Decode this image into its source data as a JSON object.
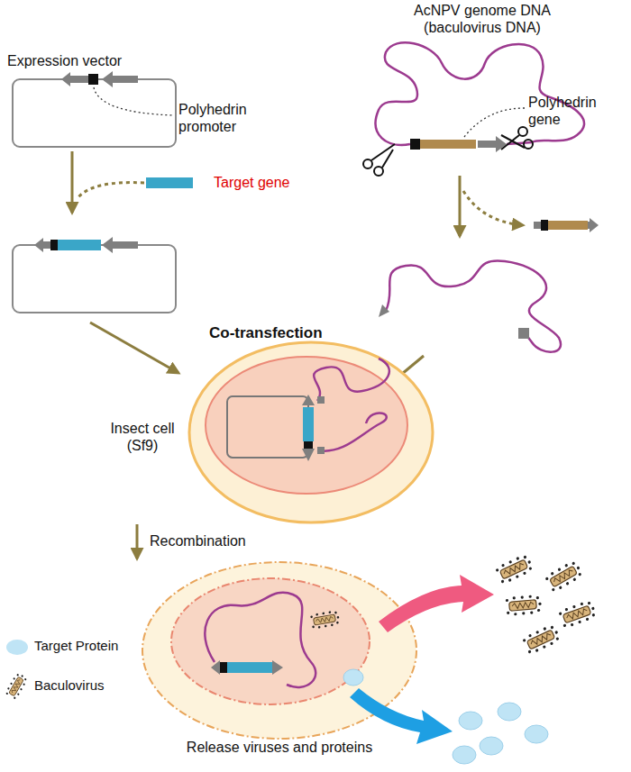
{
  "diagram": {
    "nodes": [
      {
        "text": [
          "Expression vector"
        ]
      },
      {
        "text": [
          "AcNPV genome DNA (baculovirus DNA)"
        ]
      },
      {
        "text": [
          "Insect cell (Sf9)"
        ]
      },
      {
        "text": [
          "Release viruses and proteins"
        ]
      }
    ],
    "edges": [
      {
        "from": 2,
        "to": 3,
        "arrow": "to",
        "label": "Recombination"
      }
    ],
    "labels": [
      "Polyhedrin promoter",
      "Target gene",
      "Polyhedrin gene",
      "Co-transfection"
    ],
    "legend": [
      {
        "text": "Target Protein",
        "color": "#bfe4f5"
      },
      {
        "text": "Baculovirus"
      }
    ]
  }
}
